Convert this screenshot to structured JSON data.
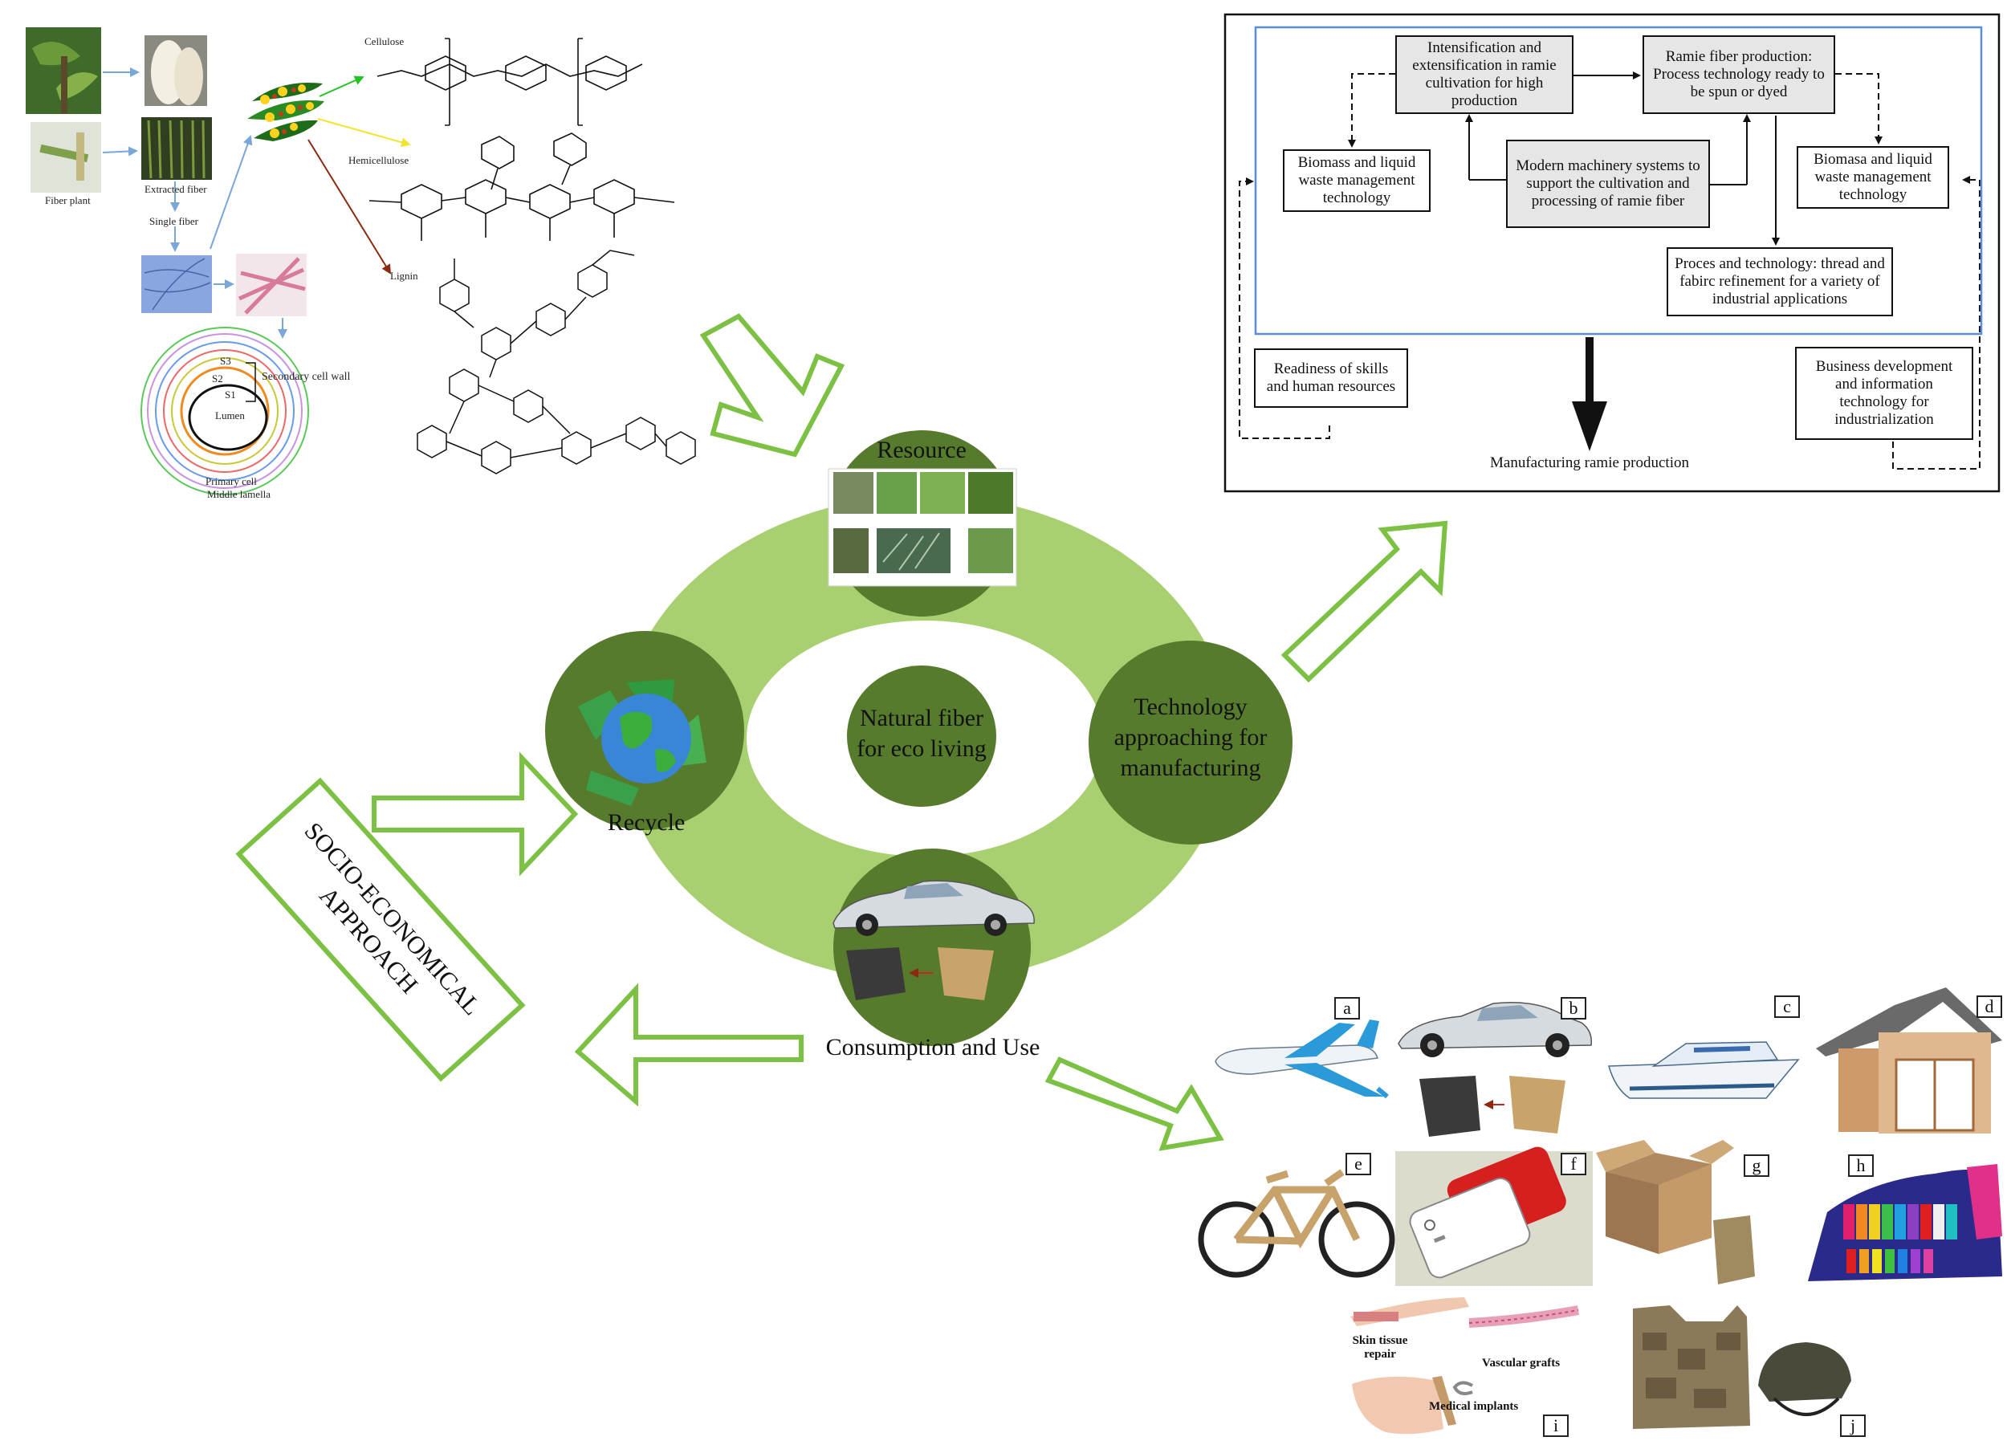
{
  "source_panel": {
    "labels": {
      "fiber_plant": "Fiber plant",
      "extracted_fiber": "Extracted fiber",
      "single_fiber": "Single fiber",
      "secondary_cell_wall": "Secondary cell wall",
      "s3": "S3",
      "s2": "S2",
      "s1": "S1",
      "lumen": "Lumen",
      "primary_cell": "Primary cell",
      "middle_lamella": "Middle lamella"
    },
    "polymers": {
      "cellulose": "Cellulose",
      "hemicellulose": "Hemicellulose",
      "lignin": "Lignin"
    }
  },
  "cycle": {
    "center": "Natural fiber for eco living",
    "resource": "Resource",
    "technology": "Technology approaching for manufacturing",
    "consumption": "Consumption and Use",
    "recycle": "Recycle"
  },
  "socio_label": "SOCIO-ECONOMICAL APPROACH",
  "flowchart": {
    "intensification": "Intensification and extensification in ramie cultivation for high production",
    "ramie_fiber": "Ramie fiber production: Process technology ready to be spun or dyed",
    "modern_machinery": "Modern machinery systems to support the cultivation and processing of ramie fiber",
    "biomass_left": "Biomass and liquid waste management technology",
    "biomass_right": "Biomasa and liquid waste management technology",
    "process_tech": "Proces and technology: thread and fabirc refinement for a variety of industrial applications",
    "readiness": "Readiness of skills and human resources",
    "business": "Business development and information technology for industrialization",
    "manufacturing": "Manufacturing ramie production"
  },
  "applications": {
    "letters": [
      "a",
      "b",
      "c",
      "d",
      "e",
      "f",
      "g",
      "h",
      "i",
      "j"
    ],
    "medical_labels": {
      "skin": "Skin tissue repair",
      "vascular": "Vascular grafts",
      "implants": "Medical implants"
    }
  },
  "colors": {
    "ring": "#a8d070",
    "circle_dark": "#567b2c",
    "arrow_outline": "#7cc144",
    "flow_border": "#5b8ed6"
  }
}
